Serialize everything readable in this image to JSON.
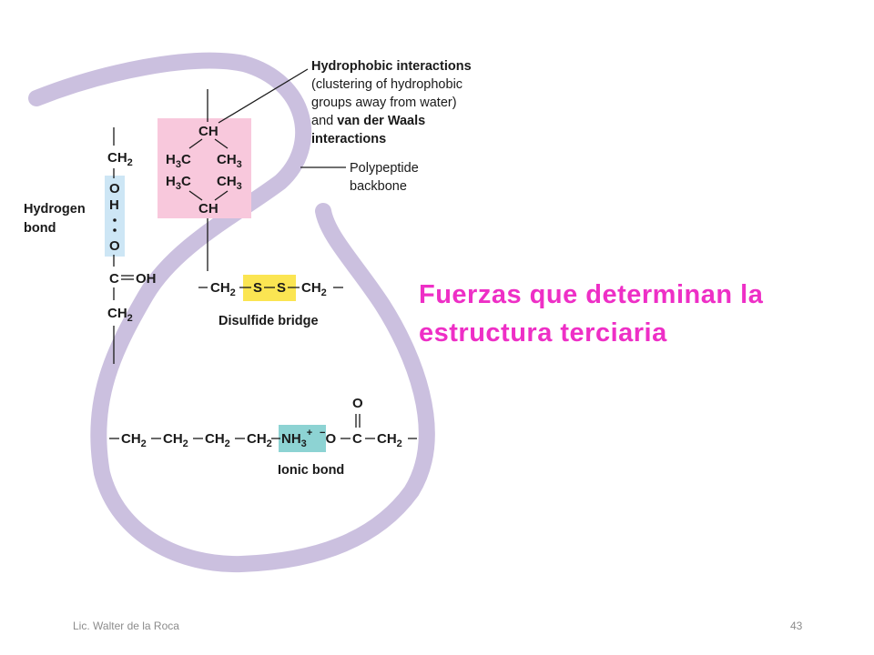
{
  "slide": {
    "title_line1": "Fuerzas que determinan la",
    "title_line2": "estructura terciaria",
    "footer_author": "Lic. Walter de la Roca",
    "page_number": "43"
  },
  "labels": {
    "hydrophobic_bold": "Hydrophobic interactions",
    "hydrophobic_line2": "(clustering of hydrophobic",
    "hydrophobic_line3": "groups away from water)",
    "hydrophobic_and": "and ",
    "hydrophobic_vdw": "van der Waals",
    "hydrophobic_interactions": "interactions",
    "polypeptide_line1": "Polypeptide",
    "polypeptide_line2": "backbone",
    "hydrogen_line1": "Hydrogen",
    "hydrogen_line2": "bond",
    "disulfide": "Disulfide bridge",
    "ionic": "Ionic bond"
  },
  "chem": {
    "ch": "CH",
    "c": "C",
    "h": "H",
    "s": "S",
    "o": "O",
    "oh": "OH",
    "two": "2",
    "three": "3",
    "plus": "+",
    "minus": "−",
    "nh": "NH",
    "dash_o": "−O",
    "dash_c": "C",
    "dbl_eq": "═"
  },
  "colors": {
    "backbone": "#cbc0df",
    "hydrophobic_box": "#f8c8dc",
    "hbond_box": "#cde6f5",
    "disulfide_box": "#fbe552",
    "ionic_box": "#8dd3d3",
    "title": "#ee2fc6"
  }
}
